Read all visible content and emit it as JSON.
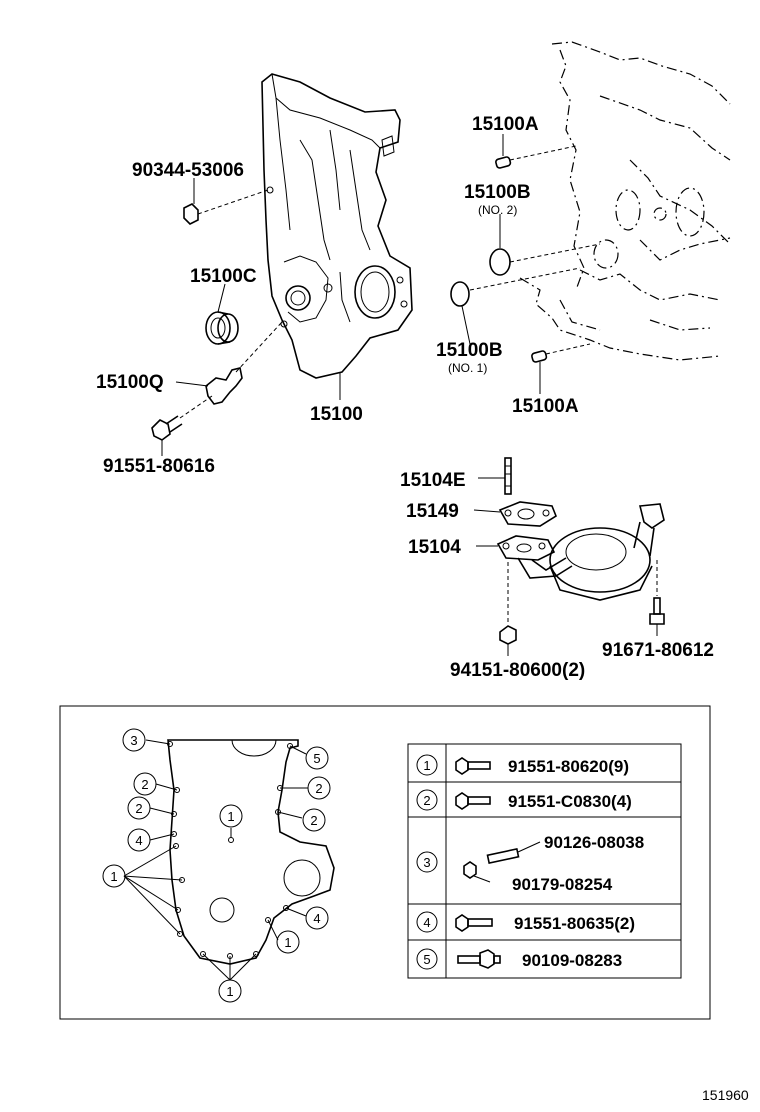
{
  "parts": {
    "p90344": "90344-53006",
    "p15100C": "15100C",
    "p15100Q": "15100Q",
    "p91551_80616": "91551-80616",
    "p15100": "15100",
    "p15100A_top": "15100A",
    "p15100B_top": "15100B",
    "p15100B_top_note": "(NO. 2)",
    "p15100B_bot": "15100B",
    "p15100B_bot_note": "(NO. 1)",
    "p15100A_bot": "15100A",
    "p15104E": "15104E",
    "p15149": "15149",
    "p15104": "15104",
    "p94151": "94151-80600(2)",
    "p91671": "91671-80612"
  },
  "detail": {
    "callouts": [
      {
        "num": "3"
      },
      {
        "num": "5"
      },
      {
        "num": "2"
      },
      {
        "num": "2"
      },
      {
        "num": "2"
      },
      {
        "num": "2"
      },
      {
        "num": "1"
      },
      {
        "num": "4"
      },
      {
        "num": "1"
      },
      {
        "num": "4"
      },
      {
        "num": "1"
      },
      {
        "num": "1"
      }
    ],
    "table": [
      {
        "num": "1",
        "part": "91551-80620(9)"
      },
      {
        "num": "2",
        "part": "91551-C0830(4)"
      },
      {
        "num": "3",
        "part_a": "90126-08038",
        "part_b": "90179-08254"
      },
      {
        "num": "4",
        "part": "91551-80635(2)"
      },
      {
        "num": "5",
        "part": "90109-08283"
      }
    ]
  },
  "figure_id": "151960"
}
